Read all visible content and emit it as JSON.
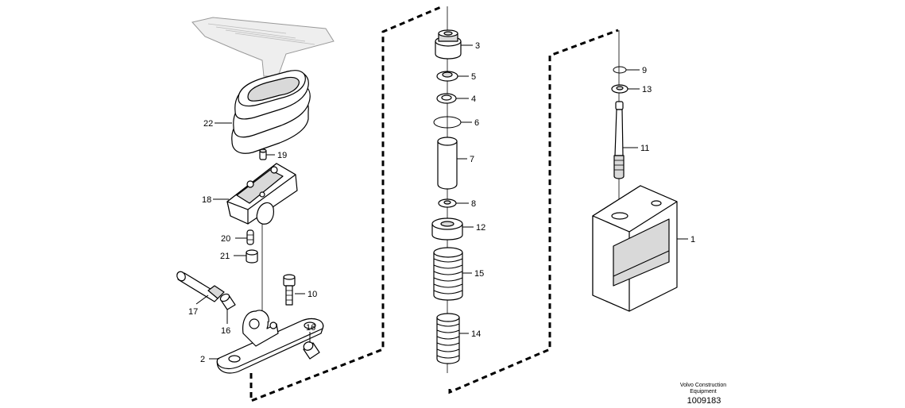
{
  "callouts": {
    "p1": "1",
    "p2": "2",
    "p3": "3",
    "p4": "4",
    "p5": "5",
    "p6": "6",
    "p7": "7",
    "p8": "8",
    "p9": "9",
    "p10": "10",
    "p11": "11",
    "p12": "12",
    "p13": "13",
    "p14": "14",
    "p15": "15",
    "p16a": "16",
    "p16b": "16",
    "p17": "17",
    "p18": "18",
    "p19": "19",
    "p20": "20",
    "p21": "21",
    "p22": "22"
  },
  "footer": {
    "maker_line1": "Volvo Construction",
    "maker_line2": "Equipment",
    "drawing_number": "1009183"
  }
}
